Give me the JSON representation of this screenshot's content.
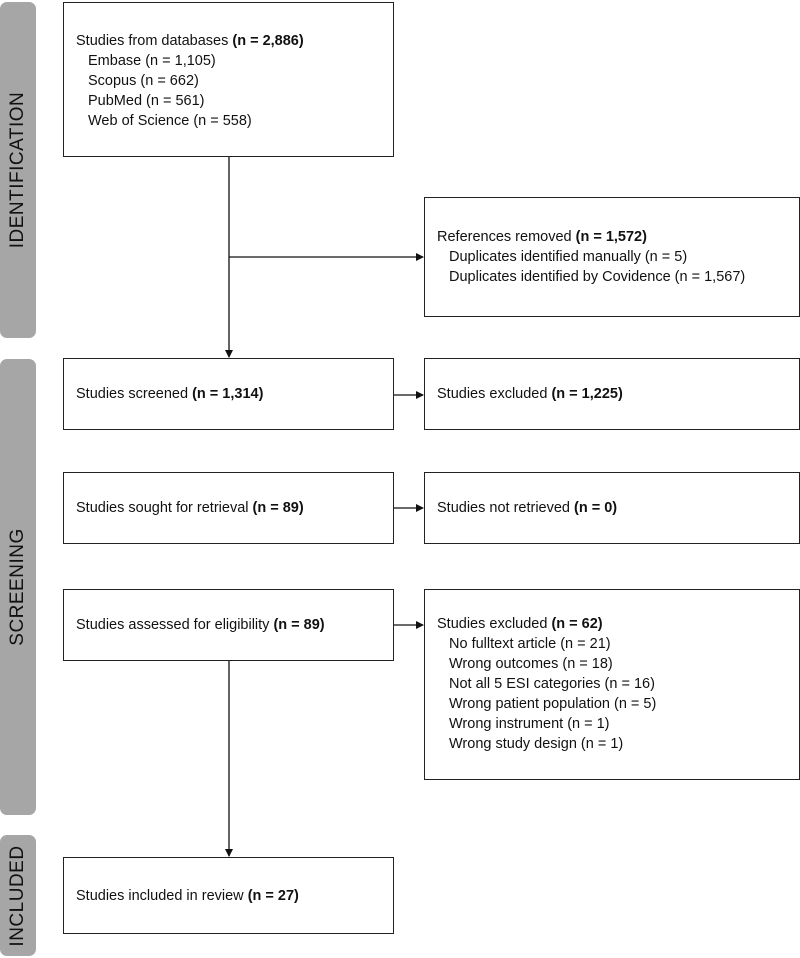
{
  "phases": {
    "identification": "IDENTIFICATION",
    "screening": "SCREENING",
    "included": "INCLUDED"
  },
  "boxes": {
    "databases": {
      "title": "Studies from databases ",
      "count": "(n = 2,886)",
      "items": [
        "Embase (n = 1,105)",
        "Scopus (n = 662)",
        "PubMed (n = 561)",
        "Web of Science (n = 558)"
      ]
    },
    "removed": {
      "title": "References removed ",
      "count": "(n = 1,572)",
      "items": [
        "Duplicates identified manually (n = 5)",
        "Duplicates identified by Covidence (n = 1,567)"
      ]
    },
    "screened": {
      "title": "Studies screened ",
      "count": "(n = 1,314)"
    },
    "excluded_screen": {
      "title": "Studies excluded ",
      "count": "(n = 1,225)"
    },
    "sought": {
      "title": "Studies sought for retrieval ",
      "count": "(n = 89)"
    },
    "not_retrieved": {
      "title": "Studies not retrieved ",
      "count": "(n = 0)"
    },
    "assessed": {
      "title": "Studies assessed for eligibility ",
      "count": "(n = 89)"
    },
    "excluded_full": {
      "title": "Studies excluded ",
      "count": "(n = 62)",
      "items": [
        "No fulltext article (n = 21)",
        "Wrong outcomes (n = 18)",
        "Not all 5 ESI categories (n = 16)",
        "Wrong patient population (n = 5)",
        "Wrong instrument (n = 1)",
        "Wrong study design (n = 1)"
      ]
    },
    "included": {
      "title": "Studies included in review ",
      "count": "(n = 27)"
    }
  }
}
